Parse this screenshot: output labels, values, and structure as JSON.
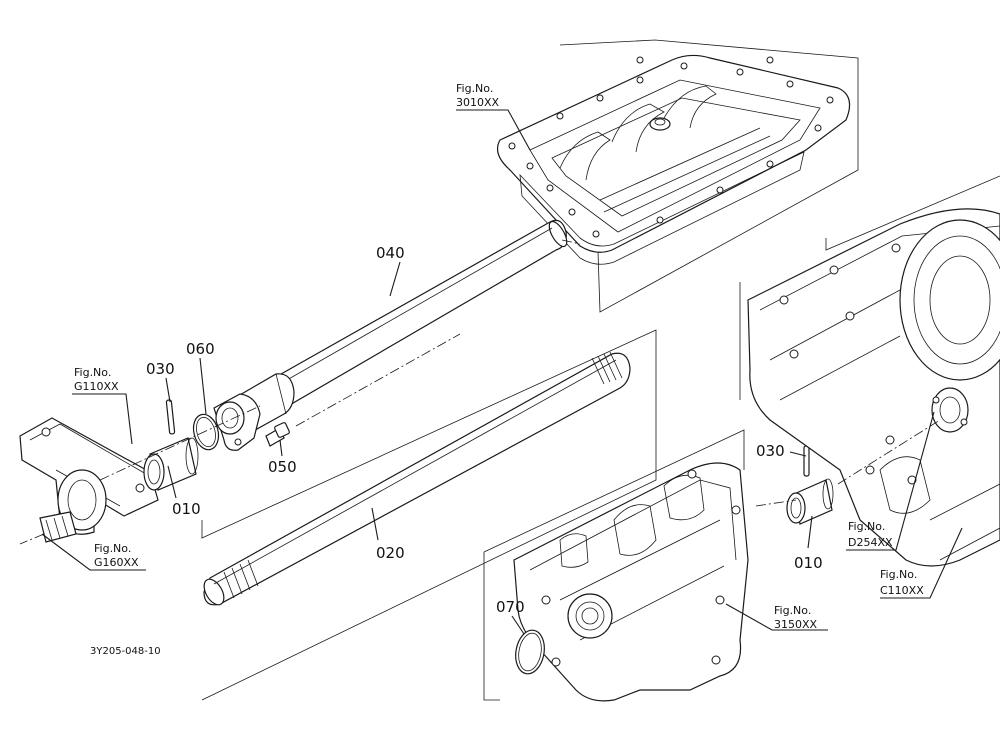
{
  "callouts": {
    "p010_left": "010",
    "p010_right": "010",
    "p020": "020",
    "p030_left": "030",
    "p030_right": "030",
    "p040": "040",
    "p050": "050",
    "p060": "060",
    "p070": "070"
  },
  "figure_refs": {
    "fig3010": {
      "prefix": "Fig.No.",
      "code": "3010XX"
    },
    "figG110": {
      "prefix": "Fig.No.",
      "code": "G110XX"
    },
    "figG160": {
      "prefix": "Fig.No.",
      "code": "G160XX"
    },
    "fig3150": {
      "prefix": "Fig.No.",
      "code": "3150XX"
    },
    "figD254": {
      "prefix": "Fig.No.",
      "code": "D254XX"
    },
    "figC110": {
      "prefix": "Fig.No.",
      "code": "C110XX"
    }
  },
  "drawing_code": "3Y205-048-10",
  "colors": {
    "line": "#1a1a1a",
    "background": "#ffffff"
  }
}
